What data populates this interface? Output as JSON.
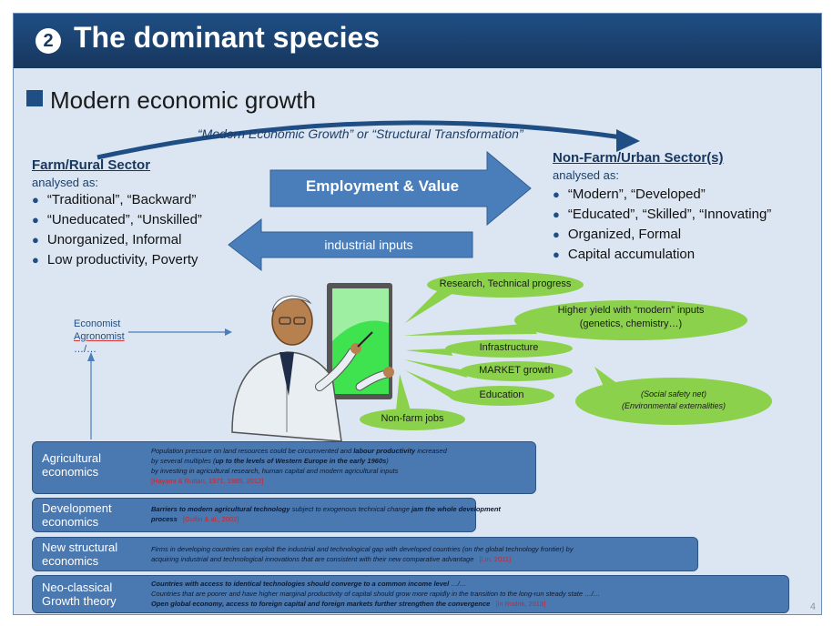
{
  "slide": {
    "number": "2",
    "title": "The dominant species",
    "subheading": "Modern economic growth",
    "arc_quote": "“Modern Economic Growth” or “Structural Transformation”",
    "page_number": "4"
  },
  "farm": {
    "title": "Farm/Rural Sector",
    "analysed": "analysed as:",
    "items": [
      "“Traditional”, “Backward”",
      "“Uneducated”, “Unskilled”",
      "Unorganized, Informal",
      "Low productivity, Poverty"
    ]
  },
  "nonfarm": {
    "title": "Non-Farm/Urban Sector(s)",
    "analysed": "analysed as:",
    "items": [
      "“Modern”, “Developed”",
      "“Educated”, “Skilled”, “Innovating”",
      "Organized, Formal",
      "Capital accumulation"
    ]
  },
  "arrows": {
    "right": "Employment & Value",
    "left": "industrial inputs"
  },
  "economist": {
    "line1": "Economist",
    "line2": "Agronomist",
    "line3": "…/…"
  },
  "bubbles": {
    "research": "Research, Technical progress",
    "yield_1": "Higher yield with “modern” inputs",
    "yield_2": "(genetics, chemistry…)",
    "infrastructure": "Infrastructure",
    "market": "MARKET growth",
    "education": "Education",
    "nonfarm_jobs": "Non-farm jobs",
    "safety_1": "(Social safety net)",
    "safety_2": "(Environmental externalities)"
  },
  "rows": {
    "agri": {
      "label_1": "Agricultural",
      "label_2": "economics",
      "t1a": "Population pressure on land resources could be circumvented and ",
      "t1b": "labour productivity",
      "t1c": " increased",
      "t2a": "by several multiples (",
      "t2b": "up to the levels of Western Europe in the early 1960s",
      "t2c": ")",
      "t3": "by investing in agricultural research, human capital and modern agricultural inputs",
      "ref": "[Hayami & Ruttan, 1971, 1985, 2012]"
    },
    "dev": {
      "label_1": "Development",
      "label_2": "economics",
      "t1a": "Barriers to modern agricultural technology",
      "t1b": " subject to exogenous technical change ",
      "t1c": "jam the whole development",
      "t2": "process",
      "ref": "[Gollin & al., 2002]"
    },
    "nse": {
      "label_1": "New structural",
      "label_2": "economics",
      "t1": "Firms in developing countries can exploit the industrial and technological gap with developed countries (on the global technology frontier) by",
      "t2": "acquiring industrial and technological innovations that are consistent with their new comparative advantage",
      "ref": "[Lin, 2011]"
    },
    "neo": {
      "label_1": "Neo-classical",
      "label_2": "Growth theory",
      "t1a": "Countries with access to identical technologies should converge to a common income level",
      "t1b": " …/…",
      "t2": "Countries that are poorer and have higher marginal productivity of capital should grow more rapidly in the transition to the long-run steady state  …/…",
      "t3": "Open global economy, access to foreign capital and foreign markets further strengthen the convergence",
      "ref": "[in Rodrik, 2013]"
    }
  }
}
